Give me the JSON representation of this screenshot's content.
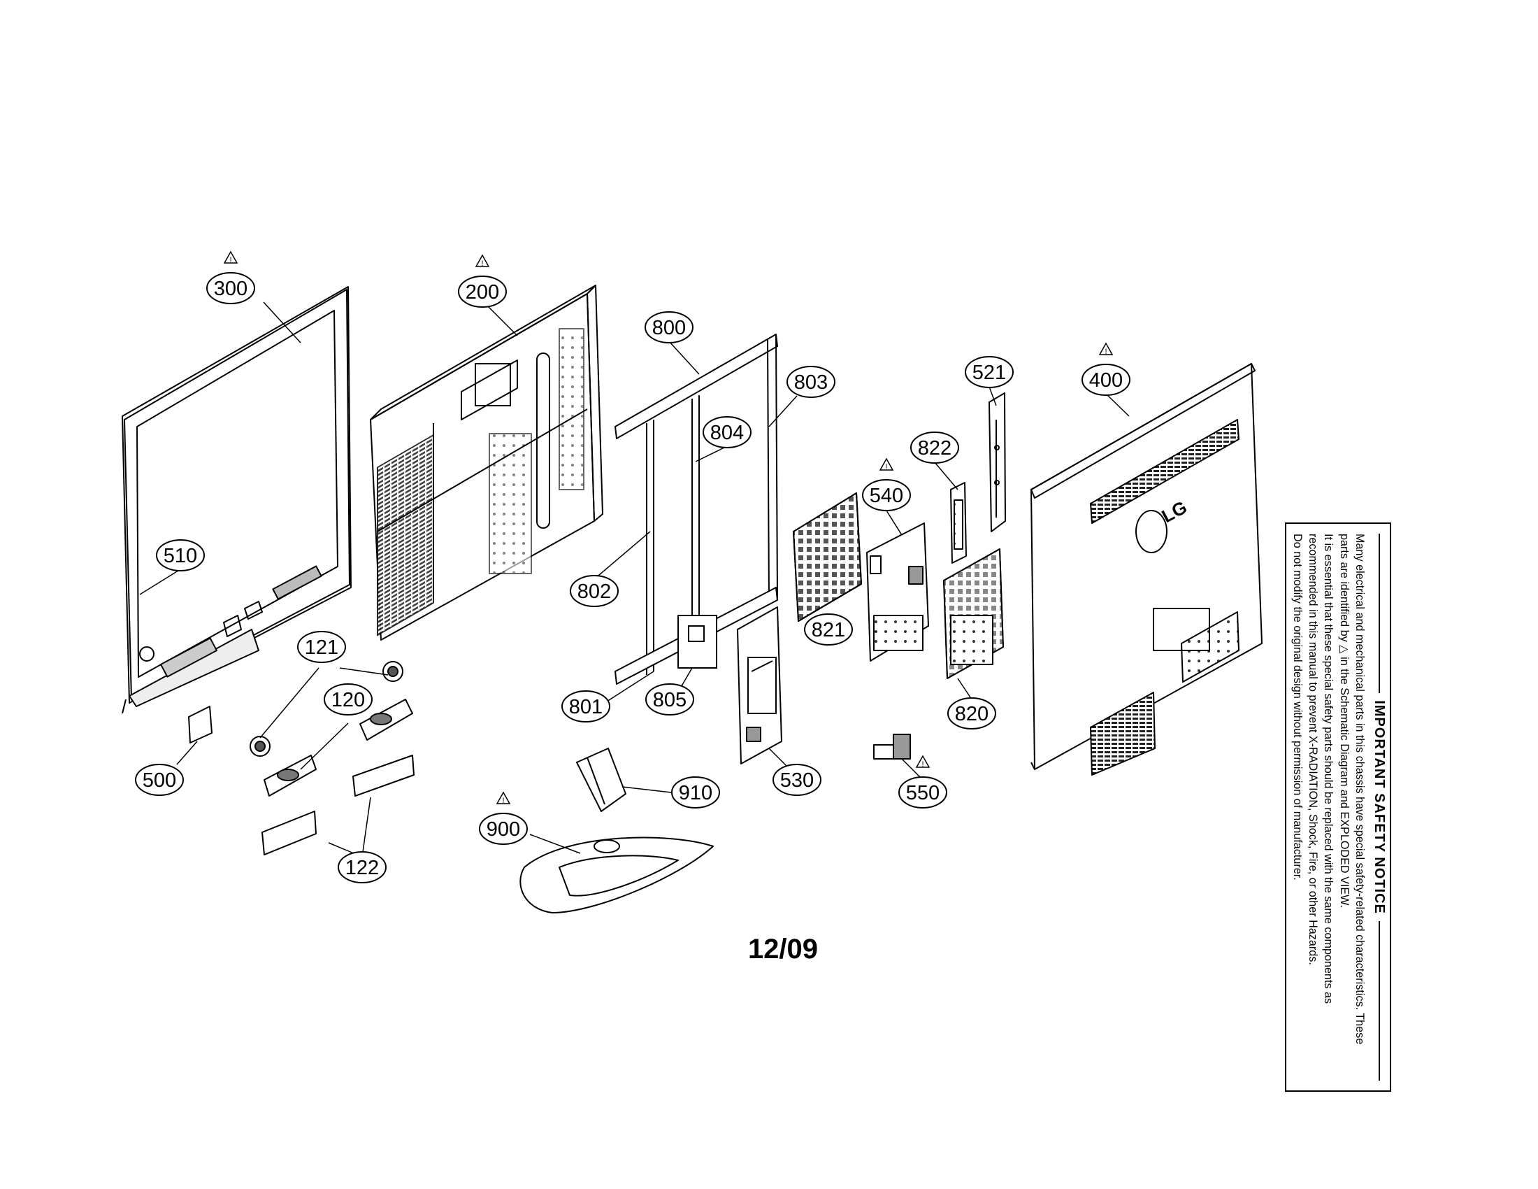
{
  "diagram": {
    "callouts": [
      {
        "id": "c300",
        "label": "300",
        "warning": true
      },
      {
        "id": "c200",
        "label": "200",
        "warning": true
      },
      {
        "id": "c800",
        "label": "800",
        "warning": false
      },
      {
        "id": "c803",
        "label": "803",
        "warning": false
      },
      {
        "id": "c804",
        "label": "804",
        "warning": false
      },
      {
        "id": "c521",
        "label": "521",
        "warning": false
      },
      {
        "id": "c400",
        "label": "400",
        "warning": true
      },
      {
        "id": "c822",
        "label": "822",
        "warning": false
      },
      {
        "id": "c540",
        "label": "540",
        "warning": true
      },
      {
        "id": "c510",
        "label": "510",
        "warning": false
      },
      {
        "id": "c802",
        "label": "802",
        "warning": false
      },
      {
        "id": "c121",
        "label": "121",
        "warning": false
      },
      {
        "id": "c821",
        "label": "821",
        "warning": false
      },
      {
        "id": "c120",
        "label": "120",
        "warning": false
      },
      {
        "id": "c801",
        "label": "801",
        "warning": false
      },
      {
        "id": "c805",
        "label": "805",
        "warning": false
      },
      {
        "id": "c820",
        "label": "820",
        "warning": false
      },
      {
        "id": "c500",
        "label": "500",
        "warning": false
      },
      {
        "id": "c530",
        "label": "530",
        "warning": false
      },
      {
        "id": "c910",
        "label": "910",
        "warning": false
      },
      {
        "id": "c550",
        "label": "550",
        "warning": true
      },
      {
        "id": "c900",
        "label": "900",
        "warning": true
      },
      {
        "id": "c122",
        "label": "122",
        "warning": false
      }
    ],
    "brand_logo": "LG",
    "footer_code": "12/09"
  },
  "notice": {
    "title": "IMPORTANT SAFETY NOTICE",
    "line1": "Many electrical and mechanical parts in this chassis have special safety-related characteristics. These",
    "line2a": "parts are identified by",
    "line2b": "in the Schematic Diagram and EXPLODED VIEW.",
    "line3": "It is essential that these special safety parts should be replaced with the same components as",
    "line4": "recommended in this manual to prevent X-RADIATION, Shock, Fire, or other Hazards.",
    "line5": "Do not modify the original design without permission of manufacturer."
  }
}
